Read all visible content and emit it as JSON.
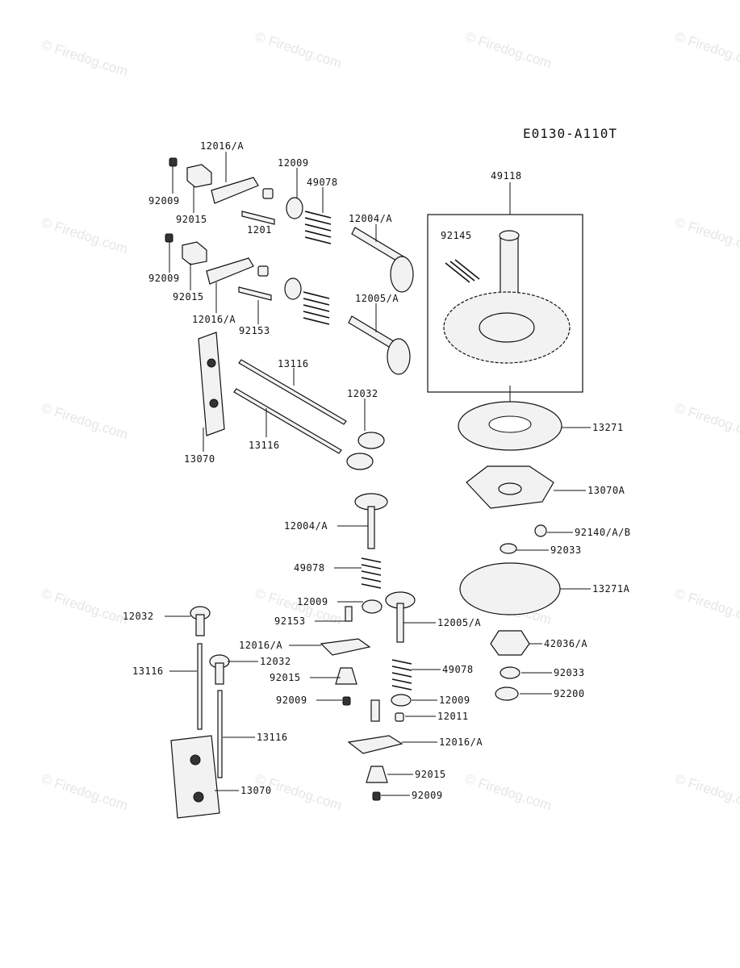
{
  "diagram_id": "E0130-A110T",
  "watermark": "© Firedog.com",
  "labels": {
    "l01": "12016/A",
    "l02": "12009",
    "l03": "49078",
    "l04": "92009",
    "l05": "92015",
    "l06": "12004/A",
    "l07": "1201",
    "l08": "92009",
    "l09": "92015",
    "l10": "12016/A",
    "l11": "92153",
    "l12": "12005/A",
    "l13": "13116",
    "l14": "12032",
    "l15": "13070",
    "l16": "13116",
    "l17": "49118",
    "l18": "92145",
    "l19": "13271",
    "l20": "13070A",
    "l21": "92140/A/B",
    "l22": "92033",
    "l23": "13271A",
    "l24": "12004/A",
    "l25": "49078",
    "l26": "12009",
    "l27": "92153",
    "l28": "12005/A",
    "l29": "12032",
    "l30": "12016/A",
    "l31": "12032",
    "l32": "13116",
    "l33": "92015",
    "l34": "49078",
    "l35": "42036/A",
    "l36": "92033",
    "l37": "92009",
    "l38": "12009",
    "l39": "92200",
    "l40": "12011",
    "l41": "13116",
    "l42": "12016/A",
    "l43": "13070",
    "l44": "92015",
    "l45": "92009"
  }
}
